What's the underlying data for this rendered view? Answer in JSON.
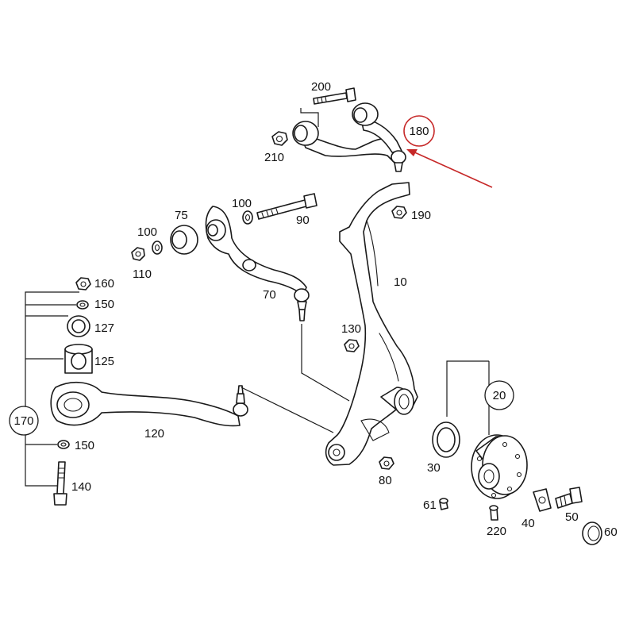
{
  "labels": {
    "p200": "200",
    "p180": "180",
    "p210": "210",
    "p190": "190",
    "p100a": "100",
    "p90": "90",
    "p75": "75",
    "p100b": "100",
    "p110": "110",
    "p10": "10",
    "p70": "70",
    "p160": "160",
    "p150a": "150",
    "p127": "127",
    "p125": "125",
    "p130": "130",
    "p170": "170",
    "p120": "120",
    "p20": "20",
    "p30": "30",
    "p80": "80",
    "p150b": "150",
    "p140": "140",
    "p61": "61",
    "p220": "220",
    "p40": "40",
    "p50": "50",
    "p60": "60"
  },
  "colors": {
    "line": "#1a1a1a",
    "highlight": "#c62828",
    "background": "#ffffff"
  },
  "highlighted_part": "180"
}
